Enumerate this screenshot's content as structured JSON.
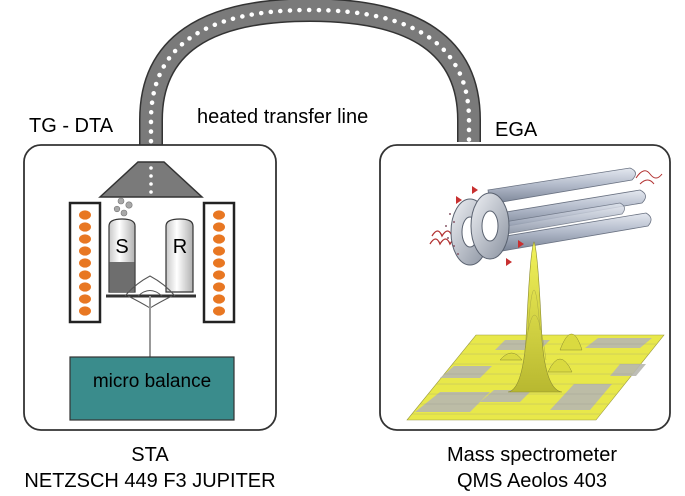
{
  "labels": {
    "tg_dta": "TG - DTA",
    "transfer_line": "heated transfer line",
    "ega": "EGA",
    "sample": "S",
    "reference": "R",
    "micro_balance": "micro balance",
    "sta_title": "STA",
    "sta_model": "NETZSCH 449 F3 JUPITER",
    "ms_title": "Mass spectrometer",
    "ms_model": "QMS Aeolos 403"
  },
  "colors": {
    "outline": "#333333",
    "transfer_line": "#777777",
    "heater_coil": "#e87722",
    "balance": "#3a8c8c",
    "sample_text": "#d42020",
    "spectrum_yellow": "#e8e84a",
    "spectrum_grey": "#b8b8b0",
    "quadrupole_rods": "#a9b4c8"
  }
}
